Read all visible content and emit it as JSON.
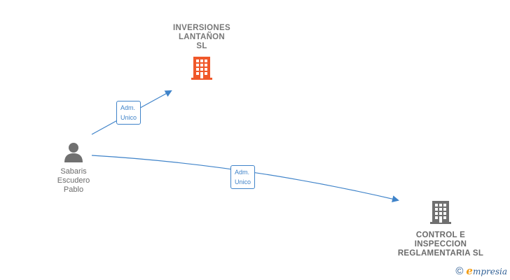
{
  "nodes": {
    "company_main": {
      "label": "INVERSIONES\nLANTAÑON\nSL",
      "icon": "building-icon",
      "color": "#f0582a"
    },
    "person": {
      "label": "Sabaris\nEscudero\nPablo",
      "icon": "person-icon",
      "color": "#707070"
    },
    "company_other": {
      "label": "CONTROL E\nINSPECCION\nREGLAMENTARIA SL",
      "icon": "building-icon",
      "color": "#707070"
    }
  },
  "edges": [
    {
      "from": "person",
      "to": "company_main",
      "label": "Adm.\nUnico"
    },
    {
      "from": "person",
      "to": "company_other",
      "label": "Adm.\nUnico"
    }
  ],
  "colors": {
    "edge": "#3f83c9"
  },
  "brand": {
    "symbol": "©",
    "initial": "e",
    "rest": "mpresia"
  }
}
